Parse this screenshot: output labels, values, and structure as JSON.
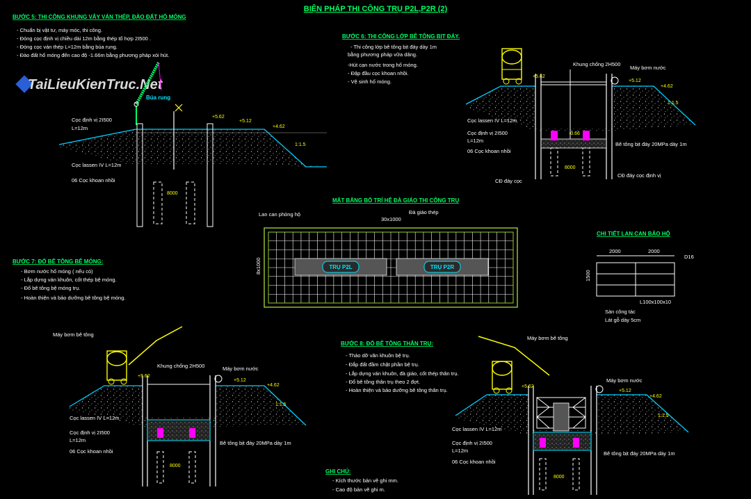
{
  "title": "BIỆN PHÁP THI CÔNG TRỤ P2L,P2R (2)",
  "watermark": "TaiLieuKienTruc.Net",
  "step5": {
    "heading": "BƯỚC 5: THI CÔNG KHUNG VÂY VÁN THÉP, ĐÀO ĐẤT HỐ MÓNG",
    "notes": [
      "- Chuẩn bị vật tư, máy móc, thi công.",
      "- Đóng cọc định vị chiều dài 12m bằng thép tổ hợp 2I500 .",
      "- Đóng cọc ván thép L=12m bằng búa rung.",
      "- Đào đất hố móng đến cao độ -1.66m bằng phương pháp xói hút."
    ],
    "labels": {
      "hammer": "Búa rung",
      "pile_locate": "Cọc định vị 2I500",
      "pile_len": "L=12m",
      "lassen": "Cọc lassen IV L=12m",
      "bored": "06 Cọc khoan nhồi",
      "el1": "+5.62",
      "el2": "+5.12",
      "el3": "+4.62",
      "slope": "1:1.5",
      "dim": "8000"
    }
  },
  "step6": {
    "heading": "BƯỚC 6: THI CÔNG LỚP BÊ TÔNG BỊT ĐÁY.",
    "notes": [
      "- Thi công lớp bê tông bịt đáy dày 1m",
      "bằng phương pháp vữa dâng.",
      "-Hút cạn nước trong hố móng.",
      "- Đập đầu cọc khoan nhồi.",
      "- Vệ sinh hố móng."
    ],
    "labels": {
      "frame": "Khung chống 2H500",
      "pump": "Máy bơm nước",
      "lassen": "Cọc lassen IV L=12m",
      "pile_locate": "Cọc định vị 2I500",
      "pile_len": "L=12m",
      "bored": "06 Cọc khoan nhồi",
      "seal": "Bê tông bịt đáy 20MPa dày 1m",
      "bottom": "CĐ đáy cọc",
      "bottom_locate": "CĐ đáy cọc định vị",
      "el0": "-0.66",
      "el1": "+5.62",
      "el2": "+5.12",
      "el3": "+4.62",
      "slope": "1:1.5",
      "dim": "8000"
    }
  },
  "plan": {
    "heading": "MẶT BẰNG BỐ TRÍ HỆ ĐÀ GIÁO THI CÔNG TRỤ",
    "railing": "Lan can phòng hộ",
    "scaffold": "Đà giáo thép",
    "dim_w": "30x1000",
    "dim_h": "8x1000",
    "pier_left": "TRỤ P2L",
    "pier_right": "TRỤ P2R"
  },
  "railing_detail": {
    "heading": "CHI TIẾT LAN CAN BẢO HỘ",
    "d1": "2000",
    "d2": "2000",
    "bar": "D16",
    "height": "1500",
    "angle": "L100x100x10",
    "floor": "Sàn công tác",
    "plank": "Lát gỗ dày 5cm"
  },
  "step7": {
    "heading": "BƯỚC 7: ĐỔ BÊ TÔNG BỆ MÓNG:",
    "notes": [
      "- Bơm nước hố móng ( nếu có)",
      "- Lắp dựng ván khuôn, cốt thép bệ móng.",
      "- Đổ bê tông bệ móng trụ.",
      "- Hoàn thiện và bảo dưỡng bê tông bệ móng."
    ],
    "labels": {
      "concrete_pump": "Máy bơm bê tông",
      "frame": "Khung chống 2H500",
      "pump": "Máy bơm nước",
      "lassen": "Cọc lassen IV L=12m",
      "pile_locate": "Cọc định vị 2I500",
      "pile_len": "L=12m",
      "bored": "06 Cọc khoan nhồi",
      "seal": "Bê tông bịt đáy 20MPa dày 1m",
      "el1": "+5.62",
      "el2": "+5.12",
      "el3": "+4.62",
      "slope": "1:1.5",
      "dim": "8000"
    }
  },
  "step8": {
    "heading": "BƯỚC 8: ĐỔ BÊ TÔNG THÂN TRỤ:",
    "notes": [
      "- Tháo dỡ văn khuôn bệ trụ.",
      "- Đắp đất đầm chặt phần bệ trụ.",
      "- Lắp dựng ván khuôn, đà giáo, cốt thép thân trụ.",
      "- Đổ bê tông thân trụ theo 2 đợt.",
      "- Hoàn thiện và bảo dưỡng bê tông thân trụ."
    ],
    "labels": {
      "concrete_pump": "Máy bơm bê tông",
      "pump": "Máy bơm nước",
      "lassen": "Cọc lassen IV L=12m",
      "pile_locate": "Cọc định vị 2I500",
      "pile_len": "L=12m",
      "bored": "06 Cọc khoan nhồi",
      "seal": "Bê tông bịt đáy 20MPa dày 1m",
      "el1": "+5.62",
      "el2": "+5.12",
      "el3": "+4.62",
      "slope": "1:1.5",
      "dim": "8000"
    }
  },
  "notes": {
    "heading": "GHI CHÚ:",
    "items": [
      "- Kích thước bản vẽ ghi mm.",
      "- Cao độ bản vẽ ghi m."
    ]
  },
  "colors": {
    "background": "#000000",
    "ground": "#00cfff",
    "steel": "#ffffff",
    "heading": "#00ff66",
    "seal": "#ff00ff",
    "crane": "#ffff00",
    "scaffold": "#9acd32"
  }
}
